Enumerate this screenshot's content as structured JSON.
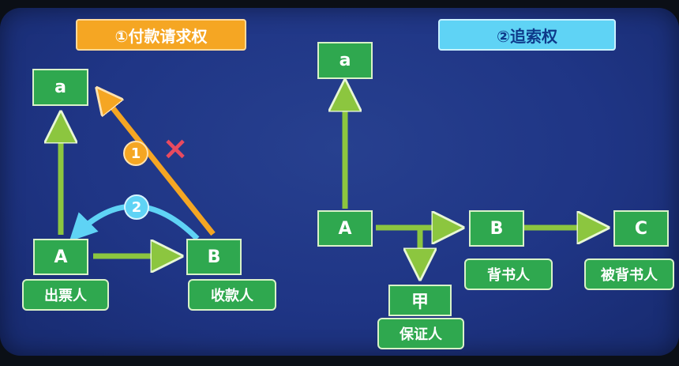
{
  "left": {
    "title": "①付款请求权",
    "nodes": {
      "a": "a",
      "A": "A",
      "B": "B"
    },
    "labels": {
      "drawer": "出票人",
      "payee": "收款人"
    },
    "badges": {
      "one": "1",
      "two": "2"
    },
    "mark": "×"
  },
  "right": {
    "title": "②追索权",
    "nodes": {
      "a": "a",
      "A": "A",
      "B": "B",
      "C": "C",
      "jia": "甲"
    },
    "labels": {
      "endorser": "背书人",
      "endorsee": "被背书人",
      "guarantor": "保证人"
    }
  },
  "colors": {
    "node_green": "#2fa84f",
    "arrow_green": "#8cc63f",
    "orange": "#f5a623",
    "cyan": "#5fd3f5",
    "red_x": "#e84a5f",
    "board_blue": "#1f3585"
  }
}
